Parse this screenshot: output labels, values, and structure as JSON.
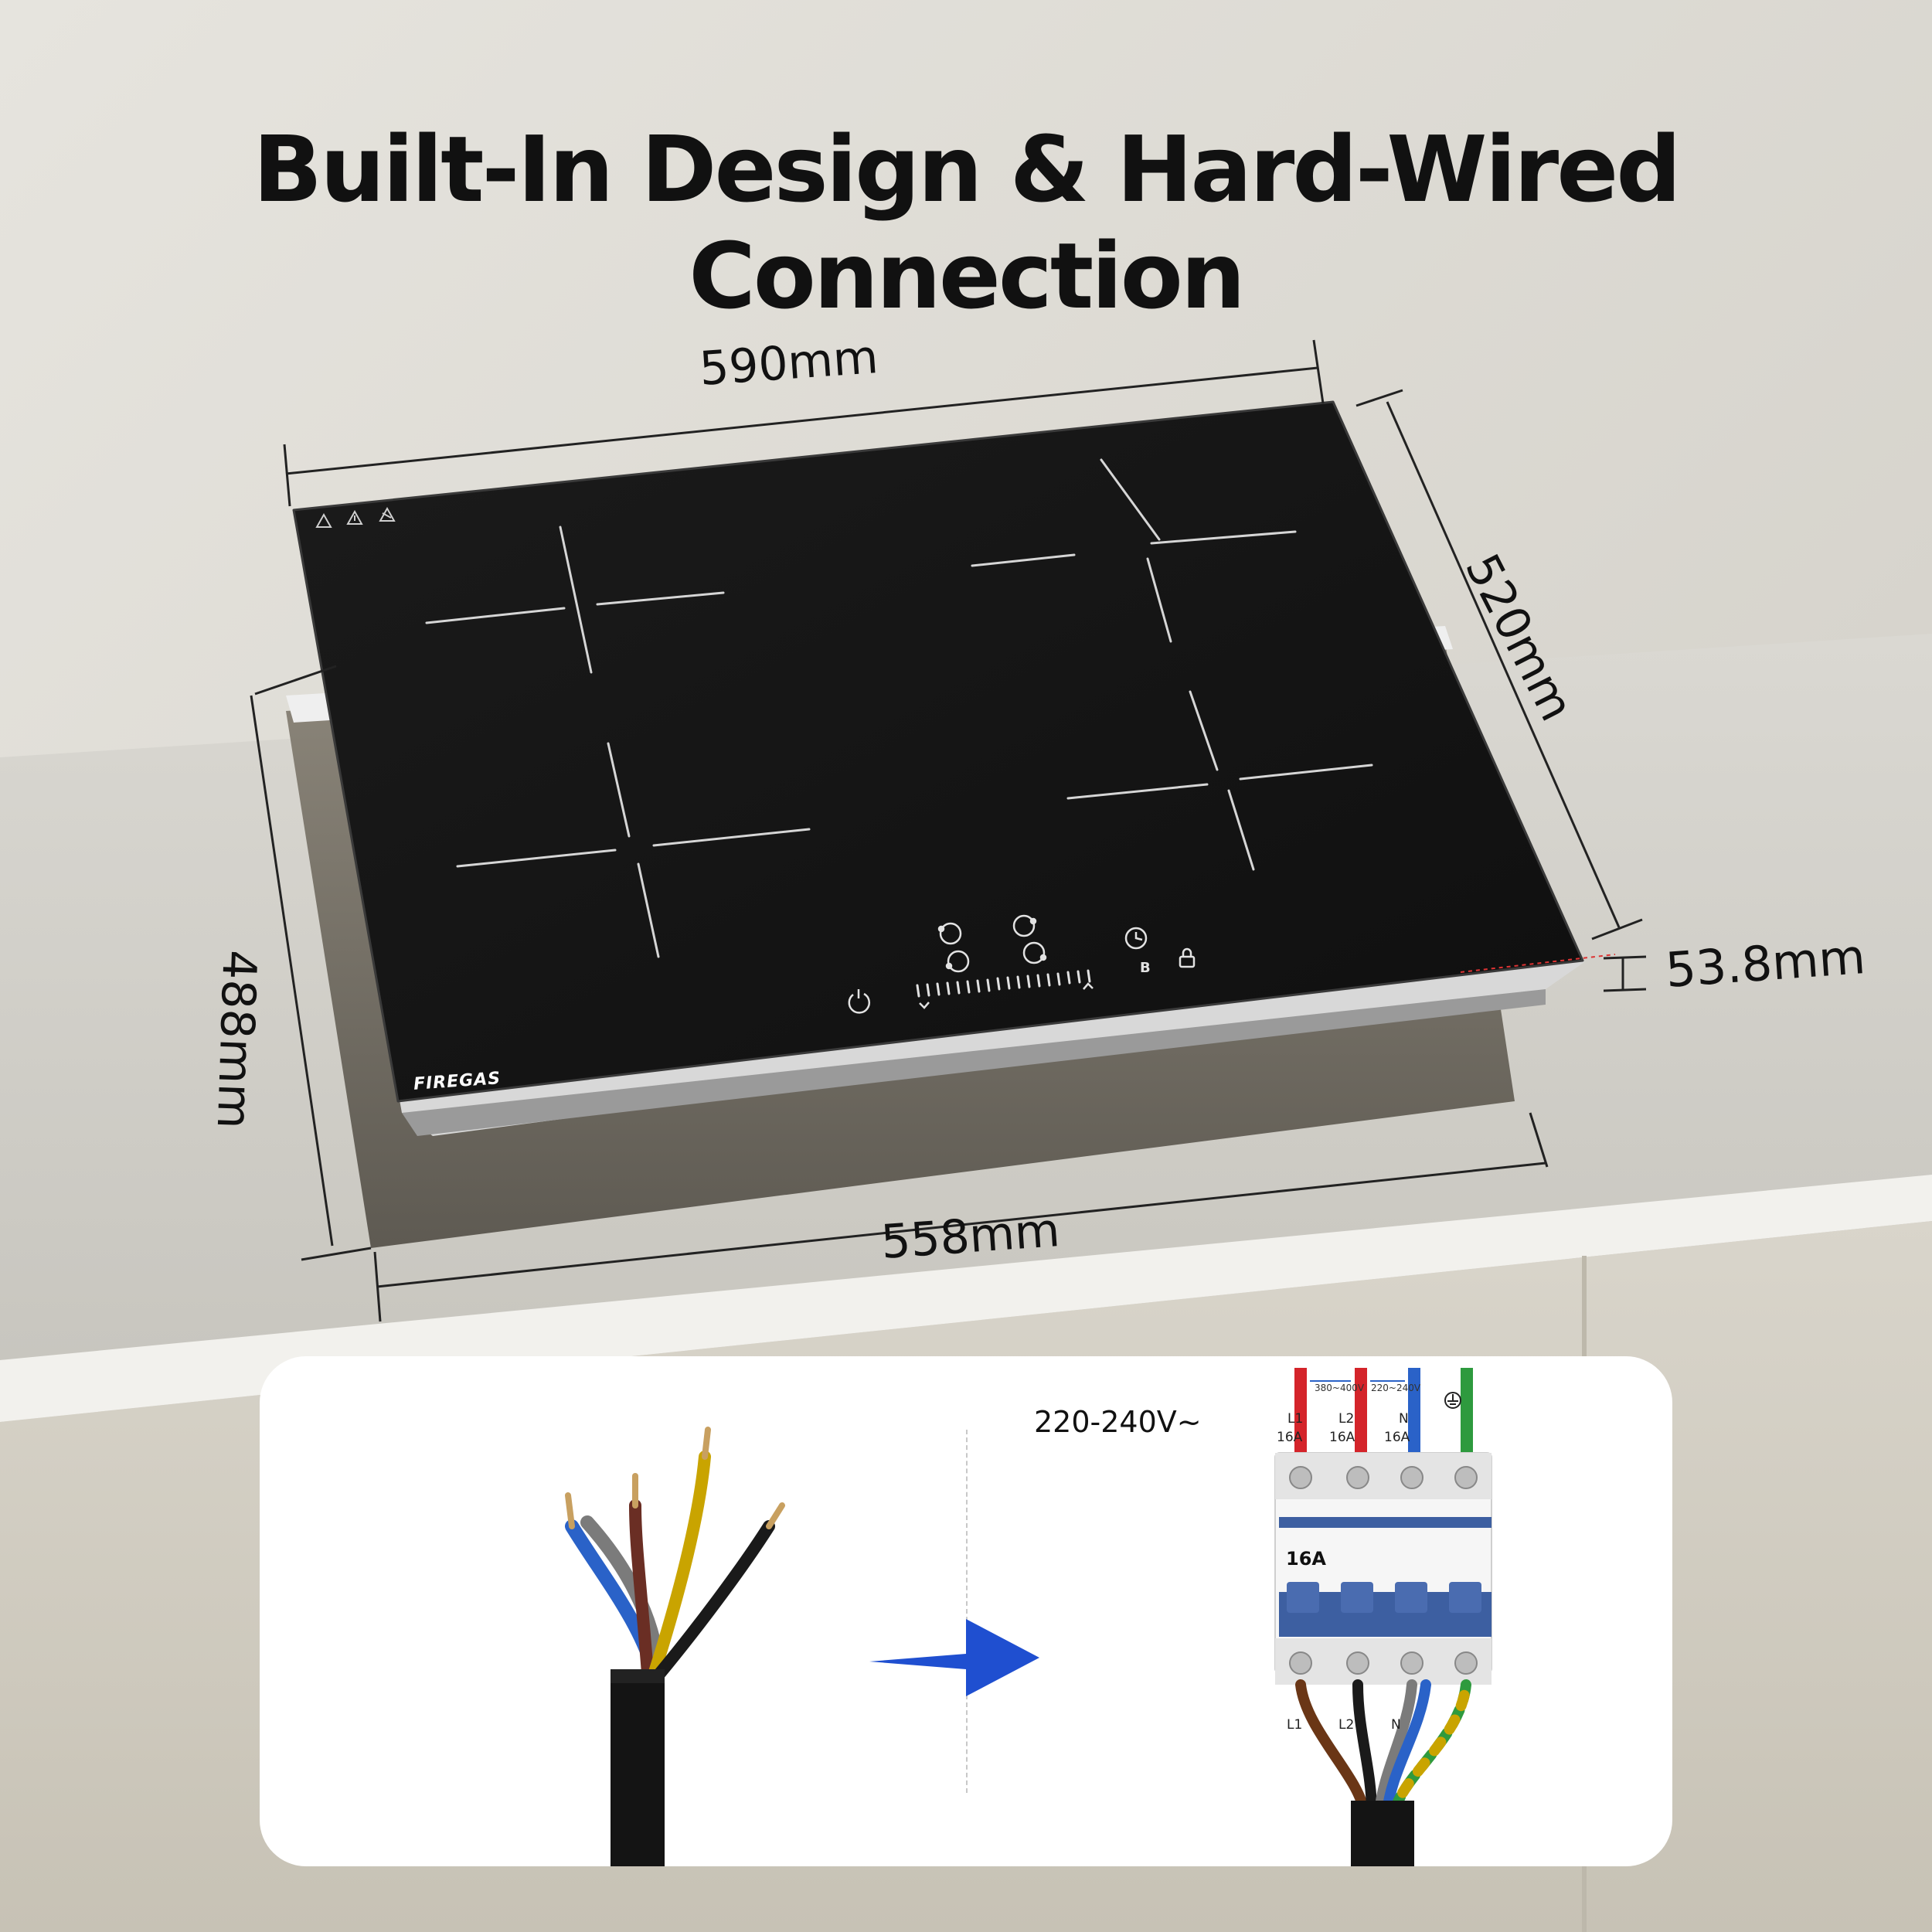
{
  "heading": "Built-In Design & Hard-Wired Connection",
  "dimensions": {
    "width_top": "590mm",
    "depth_side": "520mm",
    "thickness": "53.8mm",
    "cutout_width": "558mm",
    "cutout_depth": "488mm"
  },
  "brand": "FIREGAS",
  "wiring": {
    "voltage": "220-240V~",
    "top_terminals": [
      {
        "label": "L1",
        "rating": "16A"
      },
      {
        "label": "L2",
        "rating": "16A"
      },
      {
        "label": "N",
        "rating": "16A"
      }
    ],
    "spec_l1_l2": "380~400V",
    "spec_l2_n": "220~240V",
    "breaker_rating": "16A",
    "bottom_terminals": [
      "L1",
      "L2",
      "N"
    ]
  },
  "icons": [
    "warning-triangle-icon",
    "hot-surface-icon",
    "power-icon",
    "timer-icon",
    "lock-icon",
    "arrow-right-icon",
    "ground-icon"
  ],
  "colors": {
    "hob": "#141414",
    "wire_live": "#d4242a",
    "wire_neutral": "#2a62c8",
    "wire_earth": "#2e9a3e",
    "wire_brown": "#6a3616",
    "breaker_blue": "#3d5fa1",
    "arrow_blue": "#1f4fd0"
  }
}
